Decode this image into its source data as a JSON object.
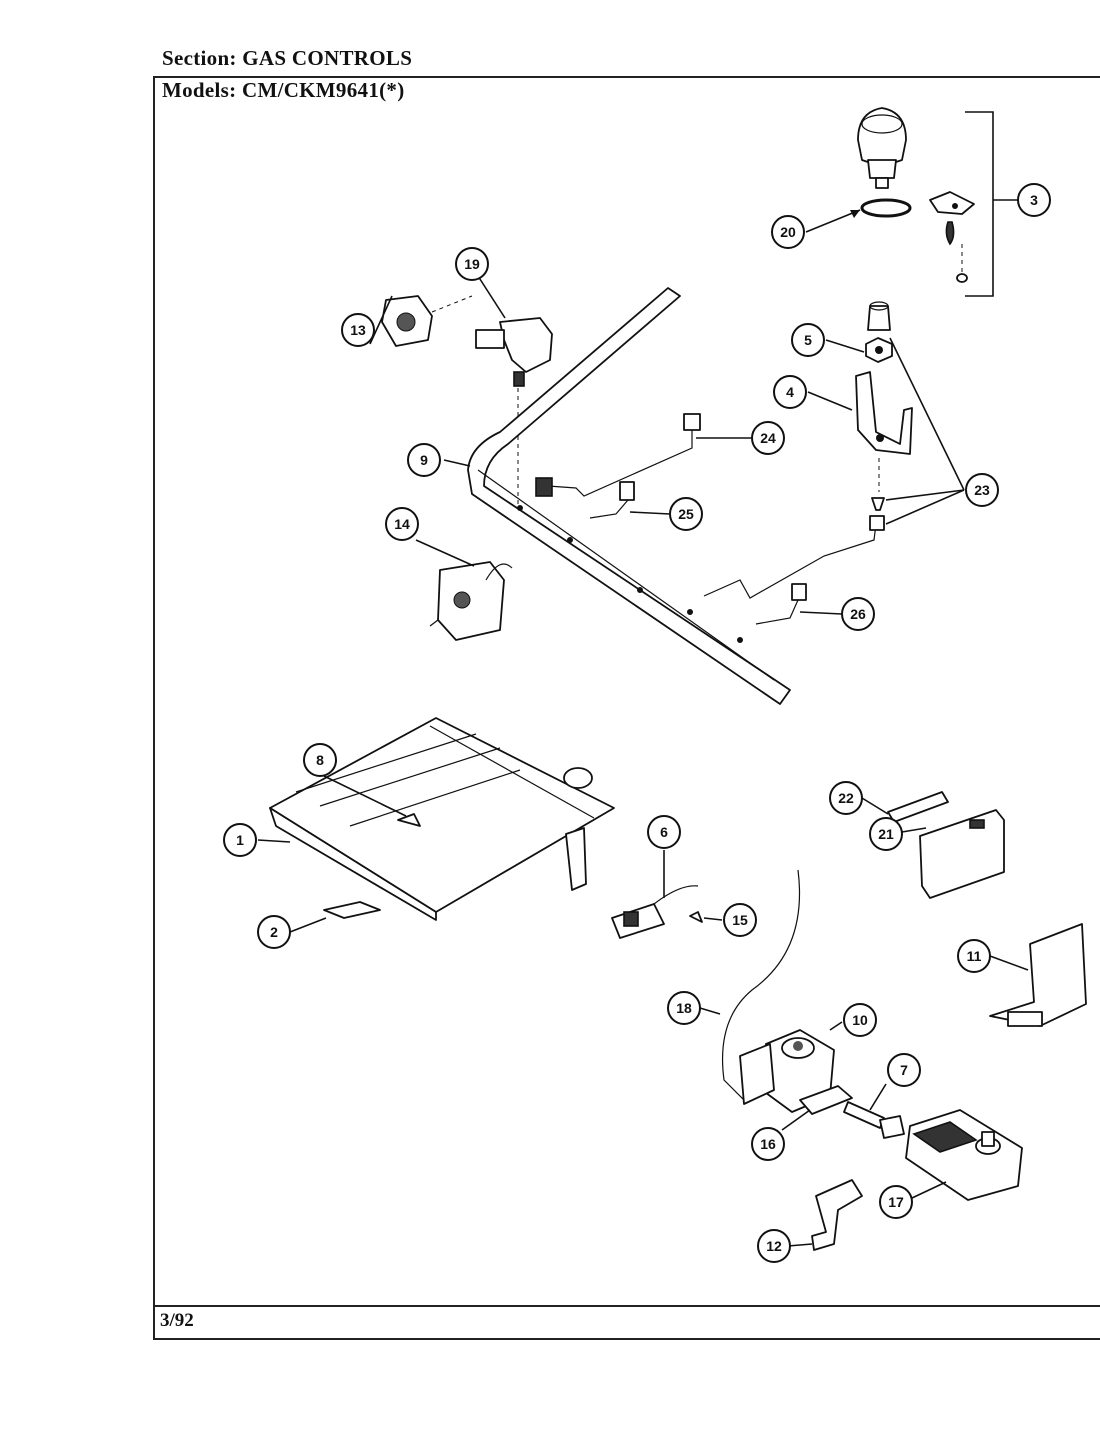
{
  "header": {
    "section_label": "Section:",
    "section_value": "GAS CONTROLS",
    "models_label": "Models:",
    "models_value": "CM/CKM9641(*)"
  },
  "footer": {
    "date_code": "3/92"
  },
  "callouts": [
    "1",
    "2",
    "3",
    "4",
    "5",
    "6",
    "7",
    "8",
    "9",
    "10",
    "11",
    "12",
    "13",
    "14",
    "15",
    "16",
    "17",
    "18",
    "19",
    "20",
    "21",
    "22",
    "23",
    "24",
    "25",
    "26"
  ]
}
